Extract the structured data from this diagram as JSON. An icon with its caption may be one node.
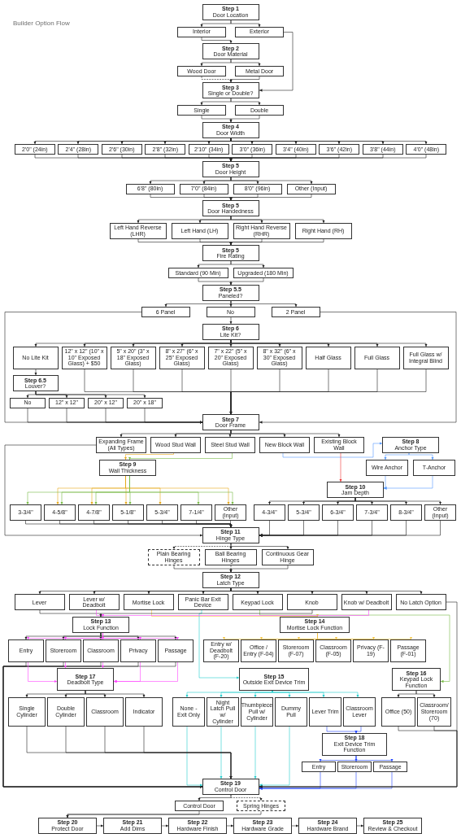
{
  "diagram": {
    "title": "Builder Option Flow",
    "nodes": [
      {
        "text": [
          "Step 1",
          "Door Location"
        ]
      },
      {
        "text": [
          "Interior"
        ]
      },
      {
        "text": [
          "Exterior"
        ]
      },
      {
        "text": [
          "Step 2",
          "Door Material"
        ]
      },
      {
        "text": [
          "Wood Door"
        ]
      },
      {
        "text": [
          "Metal Door"
        ]
      },
      {
        "text": [
          "Step 3",
          "Single or Double?"
        ]
      },
      {
        "text": [
          "Single"
        ]
      },
      {
        "text": [
          "Double"
        ]
      },
      {
        "text": [
          "Step 4",
          "Door Width"
        ]
      },
      {
        "text": [
          "2'0\" (24in)"
        ]
      },
      {
        "text": [
          "2'4\" (28in)"
        ]
      },
      {
        "text": [
          "2'6\" (30in)"
        ]
      },
      {
        "text": [
          "2'8\" (32in)"
        ]
      },
      {
        "text": [
          "2'10\" (34in)"
        ]
      },
      {
        "text": [
          "3'0\" (36in)"
        ]
      },
      {
        "text": [
          "3'4\" (40in)"
        ]
      },
      {
        "text": [
          "3'6\" (42in)"
        ]
      },
      {
        "text": [
          "3'8\" (44in)"
        ]
      },
      {
        "text": [
          "4'0\" (48in)"
        ]
      },
      {
        "text": [
          "Step 5",
          "Door Height"
        ]
      },
      {
        "text": [
          "6'8\" (80in)"
        ]
      },
      {
        "text": [
          "7'0\" (84in)"
        ]
      },
      {
        "text": [
          "8'0\" (96in)"
        ]
      },
      {
        "text": [
          "Other (Input)"
        ]
      },
      {
        "text": [
          "Step 5",
          "Door Handedness"
        ]
      },
      {
        "text": [
          "Left Hand Reverse (LHR)"
        ]
      },
      {
        "text": [
          "Left Hand (LH)"
        ]
      },
      {
        "text": [
          "Right Hand Reverse (RHR)"
        ]
      },
      {
        "text": [
          "Right Hand (RH)"
        ]
      },
      {
        "text": [
          "Step 5",
          "Fire Rating"
        ]
      },
      {
        "text": [
          "Standard (90 Min)"
        ]
      },
      {
        "text": [
          "Upgraded (180 Min)"
        ]
      },
      {
        "text": [
          "Step 5.5",
          "Paneled?"
        ]
      },
      {
        "text": [
          "6 Panel"
        ]
      },
      {
        "text": [
          "No"
        ]
      },
      {
        "text": [
          "2 Panel"
        ]
      },
      {
        "text": [
          "Step 6",
          "Lite Kit?"
        ]
      },
      {
        "text": [
          "No Lite Kit"
        ]
      },
      {
        "text": [
          "12\" x 12\" (10\" x 10\" Exposed Glass) + $50"
        ]
      },
      {
        "text": [
          "5\" x 20\" (3\" x 18\" Exposed Glass)"
        ]
      },
      {
        "text": [
          "8\" x 27\" (6\" x 25\" Exposed Glass)"
        ]
      },
      {
        "text": [
          "7\" x 22\" (5\" x 20\" Exposed Glass)"
        ]
      },
      {
        "text": [
          "8\" x 32\" (6\" x 30\" Exposed Glass)"
        ]
      },
      {
        "text": [
          "Half Glass"
        ]
      },
      {
        "text": [
          "Full Glass"
        ]
      },
      {
        "text": [
          "Full Glass w/ Integral Blind"
        ]
      },
      {
        "text": [
          "Step 6.5",
          "Louver?"
        ]
      },
      {
        "text": [
          "No"
        ]
      },
      {
        "text": [
          "12\" x 12\""
        ]
      },
      {
        "text": [
          "20\" x 12\""
        ]
      },
      {
        "text": [
          "20\" x 18\""
        ]
      },
      {
        "text": [
          "Step 7",
          "Door Frame"
        ]
      },
      {
        "text": [
          "Expanding Frame (All Types)"
        ]
      },
      {
        "text": [
          "Wood Stud Wall"
        ]
      },
      {
        "text": [
          "Steel Stud Wall"
        ]
      },
      {
        "text": [
          "New Block Wall"
        ]
      },
      {
        "text": [
          "Existing Block Wall"
        ]
      },
      {
        "text": [
          "Step 8",
          "Anchor Type"
        ]
      },
      {
        "text": [
          "Wire Anchor"
        ]
      },
      {
        "text": [
          "T-Anchor"
        ]
      },
      {
        "text": [
          "Step 9",
          "Wall Thickness"
        ]
      },
      {
        "text": [
          "Step 10",
          "Jam Depth"
        ]
      },
      {
        "text": [
          "3-3/4\""
        ]
      },
      {
        "text": [
          "4-5/8\""
        ]
      },
      {
        "text": [
          "4-7/8\""
        ]
      },
      {
        "text": [
          "5-1/8\""
        ]
      },
      {
        "text": [
          "5-3/4\""
        ]
      },
      {
        "text": [
          "7-1/4\""
        ]
      },
      {
        "text": [
          "Other (Input)"
        ]
      },
      {
        "text": [
          "4-3/4\""
        ]
      },
      {
        "text": [
          "5-3/4\""
        ]
      },
      {
        "text": [
          "6-3/4\""
        ]
      },
      {
        "text": [
          "7-3/4\""
        ]
      },
      {
        "text": [
          "8-3/4\""
        ]
      },
      {
        "text": [
          "Other (Input)"
        ]
      },
      {
        "text": [
          "Step 11",
          "Hinge Type"
        ]
      },
      {
        "text": [
          "Plain Bearing Hinges"
        ]
      },
      {
        "text": [
          "Ball Bearing Hinges"
        ]
      },
      {
        "text": [
          "Continuous Gear Hinge"
        ]
      },
      {
        "text": [
          "Step 12",
          "Latch Type"
        ]
      },
      {
        "text": [
          "Lever"
        ]
      },
      {
        "text": [
          "Lever w/ Deadbolt"
        ]
      },
      {
        "text": [
          "Mortise Lock"
        ]
      },
      {
        "text": [
          "Panic Bar Exit Device"
        ]
      },
      {
        "text": [
          "Keypad Lock"
        ]
      },
      {
        "text": [
          "Knob"
        ]
      },
      {
        "text": [
          "Knob w/ Deadbolt"
        ]
      },
      {
        "text": [
          "No Latch Option"
        ]
      },
      {
        "text": [
          "Step 13",
          "Lock Function"
        ]
      },
      {
        "text": [
          "Step 14",
          "Mortise Lock Function"
        ]
      },
      {
        "text": [
          "Step 15",
          "Outside Exit Device Trim"
        ]
      },
      {
        "text": [
          "Step 16",
          "Keypad Lock Function"
        ]
      },
      {
        "text": [
          "Entry"
        ]
      },
      {
        "text": [
          "Storeroom"
        ]
      },
      {
        "text": [
          "Classroom"
        ]
      },
      {
        "text": [
          "Privacy"
        ]
      },
      {
        "text": [
          "Passage"
        ]
      },
      {
        "text": [
          "Entry w/ Deadbolt (F-20)"
        ]
      },
      {
        "text": [
          "Office / Entry (F-04)"
        ]
      },
      {
        "text": [
          "Storeroom (F-07)"
        ]
      },
      {
        "text": [
          "Classroom (F-05)"
        ]
      },
      {
        "text": [
          "Privacy (F-19)"
        ]
      },
      {
        "text": [
          "Passage (F-01)"
        ]
      },
      {
        "text": [
          "None - Exit Only"
        ]
      },
      {
        "text": [
          "Night Latch Pull w/ Cylinder"
        ]
      },
      {
        "text": [
          "Thumbpiece Pull w/ Cylinder"
        ]
      },
      {
        "text": [
          "Dummy Pull"
        ]
      },
      {
        "text": [
          "Lever Trim"
        ]
      },
      {
        "text": [
          "Classroom Lever"
        ]
      },
      {
        "text": [
          "Office (50)"
        ]
      },
      {
        "text": [
          "Classroom/ Storeroom (70)"
        ]
      },
      {
        "text": [
          "Step 17",
          "Deadbolt Type"
        ]
      },
      {
        "text": [
          "Step 18",
          "Exit Device Trim Function"
        ]
      },
      {
        "text": [
          "Single Cylinder"
        ]
      },
      {
        "text": [
          "Double Cylinder"
        ]
      },
      {
        "text": [
          "Classroom"
        ]
      },
      {
        "text": [
          "Indicator"
        ]
      },
      {
        "text": [
          "Entry"
        ]
      },
      {
        "text": [
          "Storeroom"
        ]
      },
      {
        "text": [
          "Passage"
        ]
      },
      {
        "text": [
          "Step 19",
          "Control Door"
        ]
      },
      {
        "text": [
          "Control Door"
        ]
      },
      {
        "text": [
          "Spring Hinges"
        ]
      },
      {
        "text": [
          "Step 20",
          "Protect Door"
        ]
      },
      {
        "text": [
          "Step 21",
          "Add Dims"
        ]
      },
      {
        "text": [
          "Step 22",
          "Hardware Finish"
        ]
      },
      {
        "text": [
          "Step 23",
          "Hardware Grade"
        ]
      },
      {
        "text": [
          "Step 24",
          "Hardware Brand"
        ]
      },
      {
        "text": [
          "Step 25",
          "Review & Checkout"
        ]
      }
    ],
    "edges": [
      {
        "from": 0,
        "to": 1,
        "arrow": "to"
      },
      {
        "from": 0,
        "to": 2,
        "arrow": "to"
      },
      {
        "from": 1,
        "to": 3,
        "arrow": "to"
      },
      {
        "from": 2,
        "to": 6,
        "arrow": "to"
      },
      {
        "from": 3,
        "to": 4,
        "arrow": "to"
      },
      {
        "from": 3,
        "to": 5,
        "arrow": "to"
      },
      {
        "from": 4,
        "to": 6,
        "arrow": "to",
        "style": "dashed"
      },
      {
        "from": 5,
        "to": 6,
        "arrow": "to"
      },
      {
        "from": 6,
        "to": 7,
        "arrow": "to"
      },
      {
        "from": 6,
        "to": 8,
        "arrow": "to"
      },
      {
        "from": 7,
        "to": 9,
        "arrow": "to"
      },
      {
        "from": 8,
        "to": 9,
        "arrow": "to"
      },
      {
        "from": 9,
        "to": 10,
        "arrow": "to"
      },
      {
        "from": 9,
        "to": 11,
        "arrow": "to"
      },
      {
        "from": 9,
        "to": 12,
        "arrow": "to"
      },
      {
        "from": 9,
        "to": 13,
        "arrow": "to"
      },
      {
        "from": 9,
        "to": 14,
        "arrow": "to"
      },
      {
        "from": 9,
        "to": 15,
        "arrow": "to"
      },
      {
        "from": 9,
        "to": 16,
        "arrow": "to"
      },
      {
        "from": 9,
        "to": 17,
        "arrow": "to"
      },
      {
        "from": 9,
        "to": 18,
        "arrow": "to"
      },
      {
        "from": 9,
        "to": 19,
        "arrow": "to"
      },
      {
        "from": 10,
        "to": 20,
        "arrow": "to"
      },
      {
        "from": 11,
        "to": 20,
        "arrow": "to"
      },
      {
        "from": 12,
        "to": 20,
        "arrow": "to"
      },
      {
        "from": 13,
        "to": 20,
        "arrow": "to"
      },
      {
        "from": 14,
        "to": 20,
        "arrow": "to"
      },
      {
        "from": 15,
        "to": 20,
        "arrow": "to"
      },
      {
        "from": 16,
        "to": 20,
        "arrow": "to"
      },
      {
        "from": 17,
        "to": 20,
        "arrow": "to"
      },
      {
        "from": 18,
        "to": 20,
        "arrow": "to"
      },
      {
        "from": 19,
        "to": 20,
        "arrow": "to"
      },
      {
        "from": 20,
        "to": 21,
        "arrow": "to"
      },
      {
        "from": 20,
        "to": 22,
        "arrow": "to"
      },
      {
        "from": 20,
        "to": 23,
        "arrow": "to"
      },
      {
        "from": 20,
        "to": 24,
        "arrow": "to"
      },
      {
        "from": 21,
        "to": 25,
        "arrow": "to"
      },
      {
        "from": 22,
        "to": 25,
        "arrow": "to"
      },
      {
        "from": 23,
        "to": 25,
        "arrow": "to"
      },
      {
        "from": 24,
        "to": 25,
        "arrow": "to"
      },
      {
        "from": 25,
        "to": 26,
        "arrow": "to"
      },
      {
        "from": 25,
        "to": 27,
        "arrow": "to"
      },
      {
        "from": 25,
        "to": 28,
        "arrow": "to"
      },
      {
        "from": 25,
        "to": 29,
        "arrow": "to"
      },
      {
        "from": 26,
        "to": 30,
        "arrow": "to"
      },
      {
        "from": 27,
        "to": 30,
        "arrow": "to"
      },
      {
        "from": 28,
        "to": 30,
        "arrow": "to"
      },
      {
        "from": 29,
        "to": 30,
        "arrow": "to"
      },
      {
        "from": 30,
        "to": 31,
        "arrow": "to"
      },
      {
        "from": 30,
        "to": 32,
        "arrow": "to"
      },
      {
        "from": 31,
        "to": 33,
        "arrow": "to"
      },
      {
        "from": 32,
        "to": 33,
        "arrow": "to"
      },
      {
        "from": 33,
        "to": 34,
        "arrow": "to"
      },
      {
        "from": 33,
        "to": 35,
        "arrow": "to"
      },
      {
        "from": 33,
        "to": 36,
        "arrow": "to"
      },
      {
        "from": 34,
        "to": 52,
        "arrow": "to"
      },
      {
        "from": 35,
        "to": 37,
        "arrow": "to"
      },
      {
        "from": 36,
        "to": 52,
        "arrow": "to"
      },
      {
        "from": 37,
        "to": 38,
        "arrow": "to"
      },
      {
        "from": 37,
        "to": 39,
        "arrow": "to"
      },
      {
        "from": 37,
        "to": 40,
        "arrow": "to"
      },
      {
        "from": 37,
        "to": 41,
        "arrow": "to"
      },
      {
        "from": 37,
        "to": 42,
        "arrow": "to"
      },
      {
        "from": 37,
        "to": 43,
        "arrow": "to"
      },
      {
        "from": 37,
        "to": 44,
        "arrow": "to"
      },
      {
        "from": 37,
        "to": 45,
        "arrow": "to"
      },
      {
        "from": 37,
        "to": 46,
        "arrow": "to"
      },
      {
        "from": 38,
        "to": 47,
        "arrow": "to"
      },
      {
        "from": 39,
        "to": 52,
        "arrow": "to"
      },
      {
        "from": 40,
        "to": 52,
        "arrow": "to"
      },
      {
        "from": 41,
        "to": 52,
        "arrow": "to"
      },
      {
        "from": 42,
        "to": 52,
        "arrow": "to"
      },
      {
        "from": 43,
        "to": 52,
        "arrow": "to"
      },
      {
        "from": 44,
        "to": 52,
        "arrow": "to"
      },
      {
        "from": 45,
        "to": 52,
        "arrow": "to"
      },
      {
        "from": 46,
        "to": 52,
        "arrow": "to"
      },
      {
        "from": 47,
        "to": 48,
        "arrow": "to"
      },
      {
        "from": 47,
        "to": 49,
        "arrow": "to"
      },
      {
        "from": 47,
        "to": 50,
        "arrow": "to"
      },
      {
        "from": 47,
        "to": 51,
        "arrow": "to"
      },
      {
        "from": 48,
        "to": 52,
        "arrow": "to"
      },
      {
        "from": 49,
        "to": 52,
        "arrow": "to"
      },
      {
        "from": 50,
        "to": 52,
        "arrow": "to"
      },
      {
        "from": 51,
        "to": 52,
        "arrow": "to"
      },
      {
        "from": 52,
        "to": 53,
        "arrow": "to"
      },
      {
        "from": 52,
        "to": 54,
        "arrow": "to"
      },
      {
        "from": 52,
        "to": 55,
        "arrow": "to"
      },
      {
        "from": 52,
        "to": 56,
        "arrow": "to"
      },
      {
        "from": 52,
        "to": 57,
        "arrow": "to"
      },
      {
        "from": 53,
        "to": 76,
        "arrow": "to"
      },
      {
        "from": 54,
        "to": 61,
        "arrow": "to",
        "color": "#e6a817"
      },
      {
        "from": 55,
        "to": 61,
        "arrow": "to",
        "color": "#77bb44"
      },
      {
        "from": 56,
        "to": 58,
        "arrow": "to",
        "color": "#5599ff"
      },
      {
        "from": 57,
        "to": 62,
        "arrow": "to",
        "color": "#ee3333"
      },
      {
        "from": 58,
        "to": 59,
        "arrow": "to",
        "color": "#5599ff"
      },
      {
        "from": 58,
        "to": 60,
        "arrow": "to",
        "color": "#5599ff"
      },
      {
        "from": 59,
        "to": 62,
        "arrow": "to",
        "color": "#5599ff"
      },
      {
        "from": 60,
        "to": 62,
        "arrow": "to",
        "color": "#5599ff"
      },
      {
        "from": 61,
        "to": 64,
        "arrow": "to",
        "color": "#e6a817"
      },
      {
        "from": 61,
        "to": 65,
        "arrow": "to",
        "color": "#e6a817"
      },
      {
        "from": 61,
        "to": 66,
        "arrow": "to",
        "color": "#e6a817"
      },
      {
        "from": 61,
        "to": 67,
        "arrow": "to",
        "color": "#e6a817"
      },
      {
        "from": 61,
        "to": 69,
        "arrow": "to",
        "color": "#e6a817"
      },
      {
        "from": 61,
        "to": 63,
        "arrow": "to",
        "color": "#77bb44"
      },
      {
        "from": 61,
        "to": 64,
        "arrow": "to",
        "color": "#77bb44"
      },
      {
        "from": 61,
        "to": 65,
        "arrow": "to",
        "color": "#77bb44"
      },
      {
        "from": 61,
        "to": 66,
        "arrow": "to",
        "color": "#77bb44"
      },
      {
        "from": 61,
        "to": 68,
        "arrow": "to",
        "color": "#77bb44"
      },
      {
        "from": 61,
        "to": 69,
        "arrow": "to",
        "color": "#77bb44"
      },
      {
        "from": 63,
        "to": 76,
        "arrow": "to"
      },
      {
        "from": 64,
        "to": 76,
        "arrow": "to"
      },
      {
        "from": 65,
        "to": 76,
        "arrow": "to"
      },
      {
        "from": 66,
        "to": 76,
        "arrow": "to"
      },
      {
        "from": 67,
        "to": 76,
        "arrow": "to"
      },
      {
        "from": 68,
        "to": 76,
        "arrow": "to"
      },
      {
        "from": 69,
        "to": 76,
        "arrow": "to"
      },
      {
        "from": 62,
        "to": 70,
        "arrow": "to"
      },
      {
        "from": 62,
        "to": 71,
        "arrow": "to"
      },
      {
        "from": 62,
        "to": 72,
        "arrow": "to"
      },
      {
        "from": 62,
        "to": 73,
        "arrow": "to"
      },
      {
        "from": 62,
        "to": 74,
        "arrow": "to"
      },
      {
        "from": 62,
        "to": 75,
        "arrow": "to"
      },
      {
        "from": 70,
        "to": 76,
        "arrow": "to"
      },
      {
        "from": 71,
        "to": 76,
        "arrow": "to"
      },
      {
        "from": 72,
        "to": 76,
        "arrow": "to"
      },
      {
        "from": 73,
        "to": 76,
        "arrow": "to"
      },
      {
        "from": 74,
        "to": 76,
        "arrow": "to"
      },
      {
        "from": 75,
        "to": 76,
        "arrow": "to"
      },
      {
        "from": 76,
        "to": 77,
        "arrow": "to",
        "style": "dashed"
      },
      {
        "from": 76,
        "to": 78,
        "arrow": "to"
      },
      {
        "from": 76,
        "to": 79,
        "arrow": "to"
      },
      {
        "from": 77,
        "to": 80,
        "arrow": "to"
      },
      {
        "from": 78,
        "to": 80,
        "arrow": "to",
        "style": "dashed"
      },
      {
        "from": 79,
        "to": 80,
        "arrow": "to"
      },
      {
        "from": 80,
        "to": 81,
        "arrow": "to"
      },
      {
        "from": 80,
        "to": 82,
        "arrow": "to"
      },
      {
        "from": 80,
        "to": 83,
        "arrow": "to"
      },
      {
        "from": 80,
        "to": 84,
        "arrow": "to"
      },
      {
        "from": 80,
        "to": 85,
        "arrow": "to"
      },
      {
        "from": 80,
        "to": 86,
        "arrow": "to"
      },
      {
        "from": 80,
        "to": 87,
        "arrow": "to"
      },
      {
        "from": 80,
        "to": 88,
        "arrow": "to"
      },
      {
        "from": 81,
        "to": 89,
        "arrow": "to"
      },
      {
        "from": 82,
        "to": 89,
        "arrow": "to",
        "color": "#ff44ff"
      },
      {
        "from": 83,
        "to": 90,
        "arrow": "to",
        "color": "#f5c342"
      },
      {
        "from": 84,
        "to": 91,
        "arrow": "to",
        "color": "#22cccc"
      },
      {
        "from": 85,
        "to": 92,
        "arrow": "to",
        "color": "#77bb44"
      },
      {
        "from": 86,
        "to": 89,
        "arrow": "to"
      },
      {
        "from": 87,
        "to": 89,
        "arrow": "to",
        "color": "#ff44ff"
      },
      {
        "from": 88,
        "to": 121,
        "arrow": "to"
      },
      {
        "from": 89,
        "to": 93,
        "arrow": "to"
      },
      {
        "from": 89,
        "to": 94,
        "arrow": "to"
      },
      {
        "from": 89,
        "to": 95,
        "arrow": "to"
      },
      {
        "from": 89,
        "to": 96,
        "arrow": "to"
      },
      {
        "from": 89,
        "to": 97,
        "arrow": "to"
      },
      {
        "from": 89,
        "to": 93,
        "arrow": "to",
        "color": "#ff44ff"
      },
      {
        "from": 89,
        "to": 94,
        "arrow": "to",
        "color": "#ff44ff"
      },
      {
        "from": 89,
        "to": 95,
        "arrow": "to",
        "color": "#ff44ff"
      },
      {
        "from": 89,
        "to": 96,
        "arrow": "to",
        "color": "#ff44ff"
      },
      {
        "from": 89,
        "to": 97,
        "arrow": "to",
        "color": "#ff44ff"
      },
      {
        "from": 93,
        "to": 121,
        "arrow": "to"
      },
      {
        "from": 94,
        "to": 121,
        "arrow": "to"
      },
      {
        "from": 95,
        "to": 121,
        "arrow": "to"
      },
      {
        "from": 96,
        "to": 121,
        "arrow": "to"
      },
      {
        "from": 97,
        "to": 121,
        "arrow": "to"
      },
      {
        "from": 93,
        "to": 112,
        "arrow": "to",
        "color": "#ff44ff"
      },
      {
        "from": 94,
        "to": 112,
        "arrow": "to",
        "color": "#ff44ff"
      },
      {
        "from": 95,
        "to": 112,
        "arrow": "to",
        "color": "#ff44ff"
      },
      {
        "from": 96,
        "to": 112,
        "arrow": "to",
        "color": "#ff44ff"
      },
      {
        "from": 97,
        "to": 112,
        "arrow": "to",
        "color": "#ff44ff"
      },
      {
        "from": 90,
        "to": 98,
        "arrow": "to",
        "color": "#f5c342"
      },
      {
        "from": 90,
        "to": 99,
        "arrow": "to",
        "color": "#f5c342"
      },
      {
        "from": 90,
        "to": 100,
        "arrow": "to",
        "color": "#f5c342"
      },
      {
        "from": 90,
        "to": 101,
        "arrow": "to",
        "color": "#f5c342"
      },
      {
        "from": 90,
        "to": 102,
        "arrow": "to",
        "color": "#f5c342"
      },
      {
        "from": 90,
        "to": 103,
        "arrow": "to",
        "color": "#f5c342"
      },
      {
        "from": 91,
        "to": 104,
        "arrow": "to",
        "color": "#22cccc"
      },
      {
        "from": 91,
        "to": 105,
        "arrow": "to",
        "color": "#22cccc"
      },
      {
        "from": 91,
        "to": 106,
        "arrow": "to",
        "color": "#22cccc"
      },
      {
        "from": 91,
        "to": 107,
        "arrow": "to",
        "color": "#22cccc"
      },
      {
        "from": 91,
        "to": 108,
        "arrow": "to",
        "color": "#22cccc"
      },
      {
        "from": 91,
        "to": 109,
        "arrow": "to",
        "color": "#22cccc"
      },
      {
        "from": 92,
        "to": 110,
        "arrow": "to"
      },
      {
        "from": 92,
        "to": 111,
        "arrow": "to"
      },
      {
        "from": 104,
        "to": 121,
        "arrow": "to",
        "color": "#22cccc"
      },
      {
        "from": 105,
        "to": 121,
        "arrow": "to",
        "color": "#22cccc"
      },
      {
        "from": 106,
        "to": 121,
        "arrow": "to",
        "color": "#22cccc"
      },
      {
        "from": 107,
        "to": 121,
        "arrow": "to",
        "color": "#22cccc"
      },
      {
        "from": 108,
        "to": 113,
        "arrow": "to",
        "color": "#2244ff"
      },
      {
        "from": 109,
        "to": 113,
        "arrow": "to",
        "color": "#2244ff"
      },
      {
        "from": 113,
        "to": 118,
        "arrow": "to",
        "color": "#2244ff"
      },
      {
        "from": 113,
        "to": 119,
        "arrow": "to",
        "color": "#2244ff"
      },
      {
        "from": 113,
        "to": 120,
        "arrow": "to",
        "color": "#2244ff"
      },
      {
        "from": 118,
        "to": 121,
        "arrow": "to",
        "color": "#2244ff"
      },
      {
        "from": 119,
        "to": 121,
        "arrow": "to",
        "color": "#2244ff"
      },
      {
        "from": 120,
        "to": 121,
        "arrow": "to",
        "color": "#2244ff"
      },
      {
        "from": 110,
        "to": 121,
        "arrow": "to"
      },
      {
        "from": 111,
        "to": 121,
        "arrow": "to"
      },
      {
        "from": 112,
        "to": 114,
        "arrow": "to"
      },
      {
        "from": 112,
        "to": 115,
        "arrow": "to"
      },
      {
        "from": 112,
        "to": 116,
        "arrow": "to"
      },
      {
        "from": 112,
        "to": 117,
        "arrow": "to"
      },
      {
        "from": 114,
        "to": 121,
        "arrow": "to"
      },
      {
        "from": 115,
        "to": 121,
        "arrow": "to"
      },
      {
        "from": 116,
        "to": 121,
        "arrow": "to"
      },
      {
        "from": 117,
        "to": 121,
        "arrow": "to"
      },
      {
        "from": 121,
        "to": 122,
        "arrow": "to"
      },
      {
        "from": 121,
        "to": 123,
        "arrow": "to",
        "style": "dashed"
      },
      {
        "from": 122,
        "to": 124,
        "arrow": "to"
      },
      {
        "from": 123,
        "to": 124,
        "arrow": "to"
      },
      {
        "from": 124,
        "to": 125,
        "arrow": "to"
      },
      {
        "from": 125,
        "to": 126,
        "arrow": "to"
      },
      {
        "from": 126,
        "to": 127,
        "arrow": "to"
      },
      {
        "from": 127,
        "to": 128,
        "arrow": "to"
      },
      {
        "from": 128,
        "to": 129,
        "arrow": "to"
      }
    ]
  }
}
